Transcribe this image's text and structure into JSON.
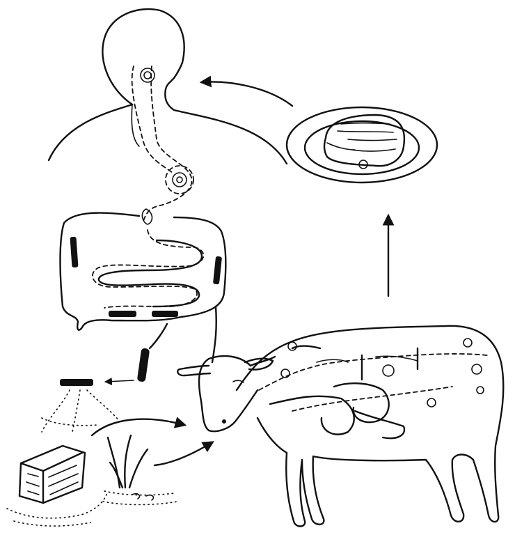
{
  "diagram": {
    "panels": [
      {
        "id": "human",
        "icon": "human-body-icon"
      },
      {
        "id": "steak",
        "icon": "meat-plate-icon"
      },
      {
        "id": "cow",
        "icon": "cow-icon"
      },
      {
        "id": "feces",
        "icon": "feces-icon"
      },
      {
        "id": "grass",
        "icon": "grass-icon"
      },
      {
        "id": "hay",
        "icon": "hay-bale-icon"
      }
    ],
    "arrows": [
      {
        "from": "steak",
        "to": "human",
        "icon": "arrow-left-icon"
      },
      {
        "from": "cow",
        "to": "steak",
        "icon": "arrow-up-icon"
      },
      {
        "from": "human",
        "to": "feces",
        "icon": "arrow-left-icon"
      },
      {
        "from": "hay",
        "to": "cow",
        "icon": "arrow-right-icon"
      },
      {
        "from": "grass",
        "to": "cow",
        "icon": "arrow-up-right-icon"
      }
    ]
  }
}
